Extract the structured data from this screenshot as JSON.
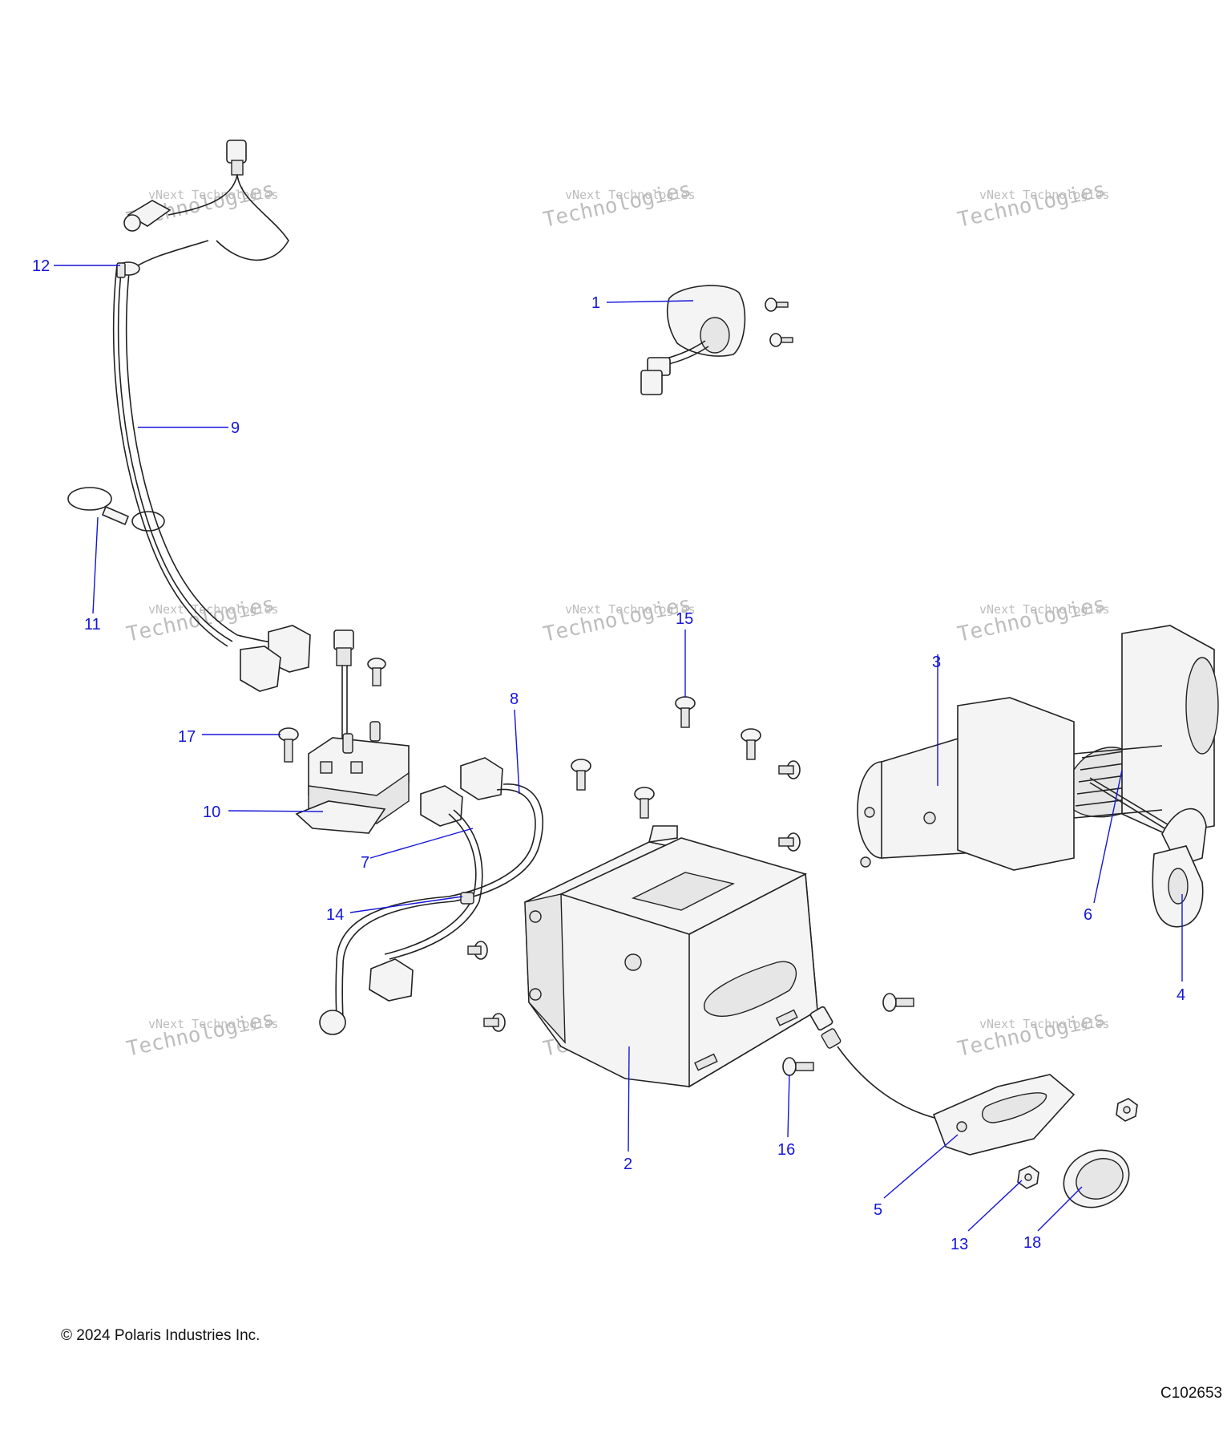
{
  "callouts": [
    {
      "id": "c1",
      "label": "1"
    },
    {
      "id": "c2",
      "label": "2"
    },
    {
      "id": "c3",
      "label": "3"
    },
    {
      "id": "c4",
      "label": "4"
    },
    {
      "id": "c5",
      "label": "5"
    },
    {
      "id": "c6",
      "label": "6"
    },
    {
      "id": "c7",
      "label": "7"
    },
    {
      "id": "c8",
      "label": "8"
    },
    {
      "id": "c9",
      "label": "9"
    },
    {
      "id": "c10",
      "label": "10"
    },
    {
      "id": "c11",
      "label": "11"
    },
    {
      "id": "c12",
      "label": "12"
    },
    {
      "id": "c13",
      "label": "13"
    },
    {
      "id": "c14",
      "label": "14"
    },
    {
      "id": "c15",
      "label": "15"
    },
    {
      "id": "c16",
      "label": "16"
    },
    {
      "id": "c17",
      "label": "17"
    },
    {
      "id": "c18",
      "label": "18"
    }
  ],
  "watermark": {
    "line1": "vNext Technologies",
    "line2": "vNext",
    "line3": "Technologies"
  },
  "footer": {
    "copyright": "© 2024 Polaris Industries Inc.",
    "diagram_code": "C102653"
  },
  "colors": {
    "callout": "#1515d8",
    "linework": "#222222",
    "watermark": "#bdbdbd"
  }
}
